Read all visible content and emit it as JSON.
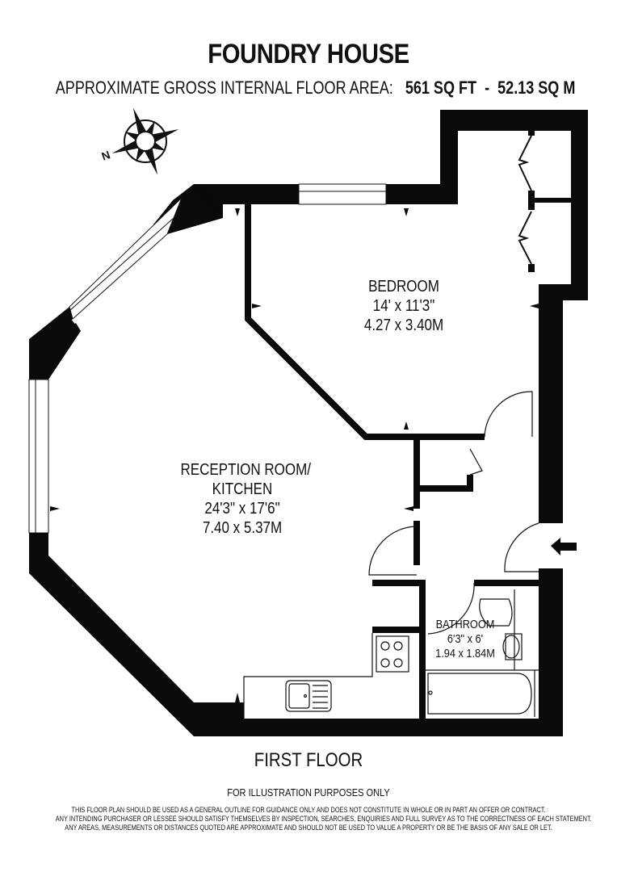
{
  "header": {
    "title": "FOUNDRY HOUSE",
    "area_label": "APPROXIMATE GROSS INTERNAL FLOOR AREA:",
    "area_sqft": "561 SQ FT",
    "area_sep": "-",
    "area_sqm": "52.13 SQ M"
  },
  "compass": {
    "icon": "compass-rose-icon",
    "label": "N"
  },
  "rooms": [
    {
      "name": "BEDROOM",
      "imperial": "14' x 11'3\"",
      "metric": "4.27 x 3.40M"
    },
    {
      "name_line1": "RECEPTION ROOM/",
      "name_line2": "KITCHEN",
      "imperial": "24'3\" x 17'6\"",
      "metric": "7.40 x 5.37M"
    },
    {
      "name": "BATHROOM",
      "imperial": "6'3\" x 6'",
      "metric": "1.94 x 1.84M"
    }
  ],
  "entrance_icon": "entrance-arrow-icon",
  "footer": {
    "floor": "FIRST FLOOR",
    "illustration_note": "FOR ILLUSTRATION PURPOSES ONLY",
    "disclaimer": [
      "THIS FLOOR PLAN SHOULD BE USED AS A GENERAL OUTLINE FOR GUIDANCE ONLY AND DOES NOT CONSTITUTE IN WHOLE OR IN PART AN OFFER OR CONTRACT.",
      "ANY INTENDING PURCHASER OR LESSEE SHOULD SATISFY THEMSELVES BY INSPECTION, SEARCHES, ENQUIRIES AND FULL SURVEY AS TO THE CORRECTNESS OF EACH STATEMENT.",
      "ANY AREAS, MEASUREMENTS OR DISTANCES QUOTED ARE APPROXIMATE AND SHOULD NOT BE USED TO VALUE A PROPERTY OR BE THE BASIS OF ANY SALE OR LET."
    ]
  },
  "colors": {
    "wall": "#0a0a0a",
    "background": "#ffffff",
    "line": "#111111"
  }
}
